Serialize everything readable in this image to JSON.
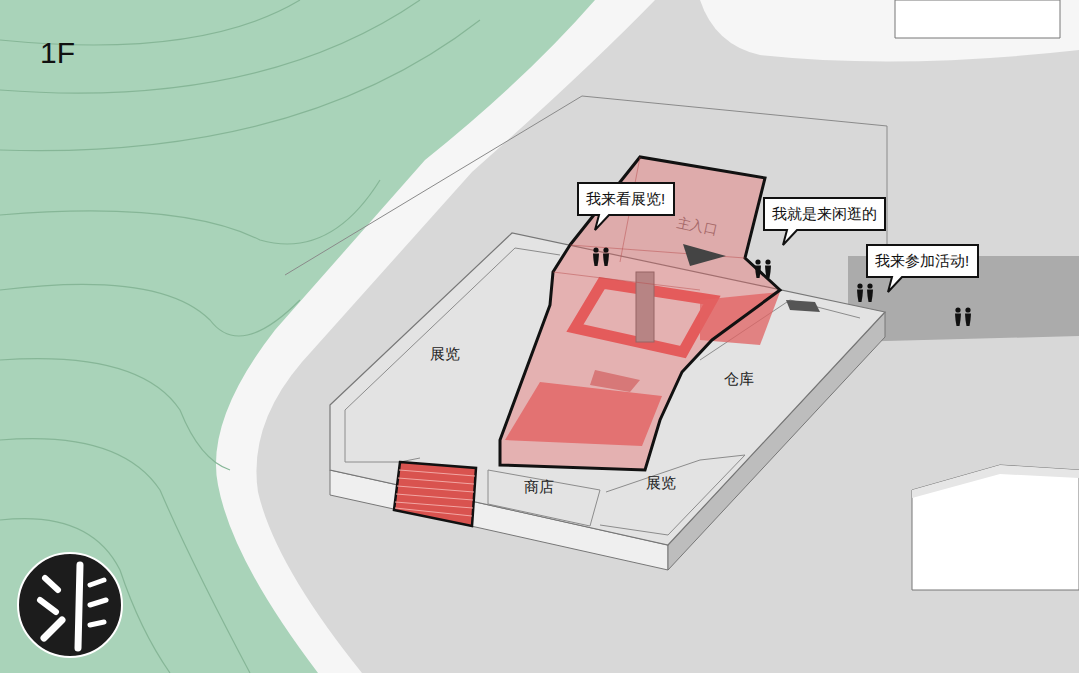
{
  "diagram": {
    "title": "1F",
    "nodes": [
      {
        "text": [
          "我来看展览!"
        ]
      },
      {
        "text": [
          "我就是来闲逛的"
        ]
      },
      {
        "text": [
          "我来参加活动!"
        ]
      }
    ],
    "labels": [
      "主入口",
      "展览",
      "仓库",
      "商店",
      "展览"
    ]
  }
}
